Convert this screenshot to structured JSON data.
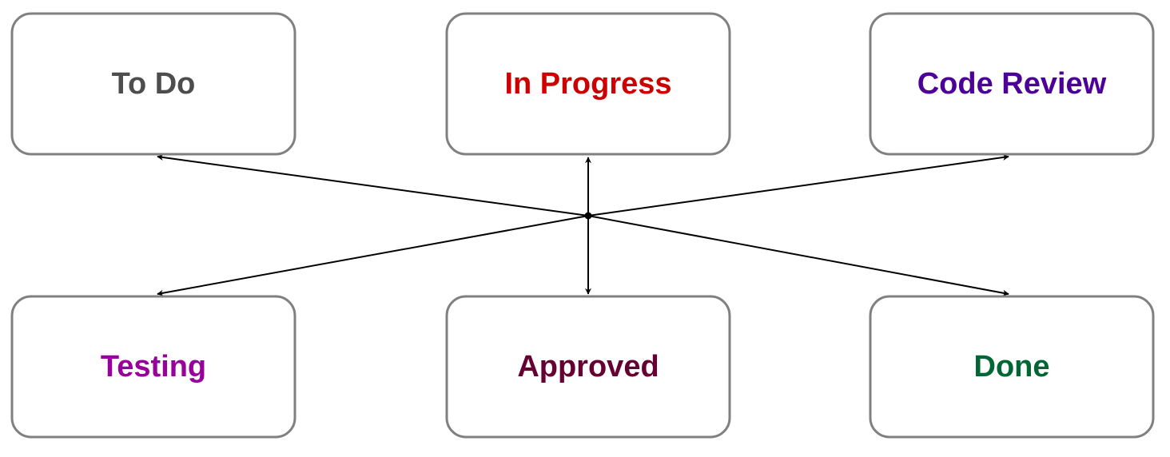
{
  "diagram": {
    "nodes": [
      {
        "id": "todo",
        "label": "To Do",
        "color": "#4d4d4d"
      },
      {
        "id": "inprogress",
        "label": "In Progress",
        "color": "#cc0000"
      },
      {
        "id": "codereview",
        "label": "Code Review",
        "color": "#4c0099"
      },
      {
        "id": "testing",
        "label": "Testing",
        "color": "#990099"
      },
      {
        "id": "approved",
        "label": "Approved",
        "color": "#660033"
      },
      {
        "id": "done",
        "label": "Done",
        "color": "#006633"
      }
    ],
    "edges": [
      {
        "from": "hub",
        "to": "todo"
      },
      {
        "from": "hub",
        "to": "inprogress"
      },
      {
        "from": "hub",
        "to": "codereview"
      },
      {
        "from": "hub",
        "to": "testing"
      },
      {
        "from": "hub",
        "to": "approved"
      },
      {
        "from": "hub",
        "to": "done"
      }
    ],
    "box_stroke_color": "#808080",
    "edge_color": "#000000"
  }
}
